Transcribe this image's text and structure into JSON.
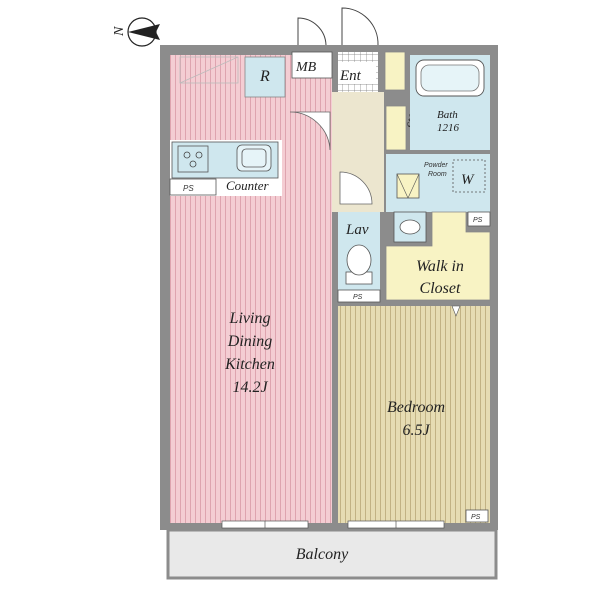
{
  "compass": {
    "letter": "N"
  },
  "rooms": {
    "ldk": {
      "line1": "Living",
      "line2": "Dining",
      "line3": "Kitchen",
      "area": "14.2J"
    },
    "bedroom": {
      "name": "Bedroom",
      "area": "6.5J"
    },
    "balcony": {
      "name": "Balcony"
    },
    "bath": {
      "name": "Bath",
      "size": "1216"
    },
    "walkin": {
      "line1": "Walk in",
      "line2": "Closet"
    },
    "lav": {
      "name": "Lav"
    },
    "powder": {
      "line1": "Powder",
      "line2": "Room"
    },
    "counter": {
      "name": "Counter"
    }
  },
  "labels": {
    "refrigerator": "R",
    "meter_box": "MB",
    "entrance": "Ent",
    "storage": "Sto",
    "washer": "W",
    "pipe_space": "PS"
  },
  "colors": {
    "ldk_floor": "#f4cdd3",
    "bedroom_floor": "#e6dcb3",
    "wet_area": "#cfe7ee",
    "closet": "#f8f3c4",
    "hall": "#ece6cf",
    "wall": "#8c8c8c",
    "balcony": "#e9e9e9"
  }
}
